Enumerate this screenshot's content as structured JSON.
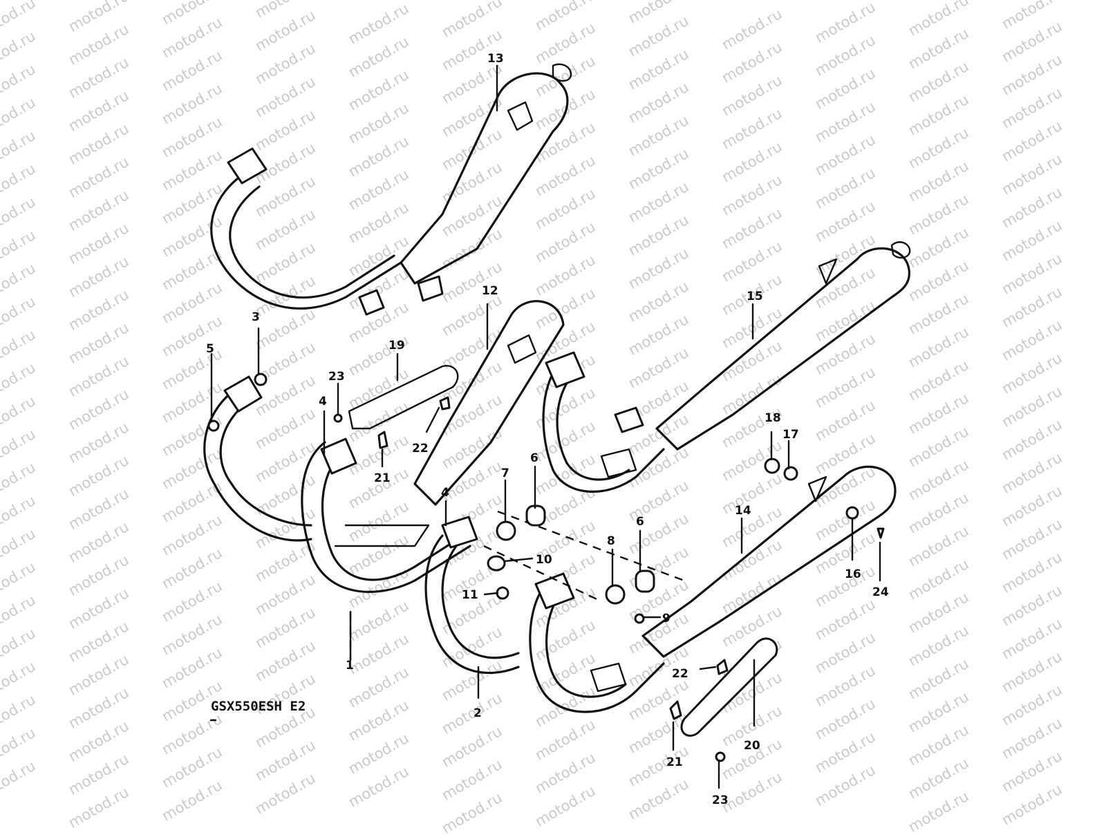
{
  "watermark_text": "motod.ru",
  "model_label": "GSX550ESH E2",
  "part_numbers": [
    "1",
    "2",
    "3",
    "4",
    "4",
    "5",
    "6",
    "6",
    "7",
    "8",
    "9",
    "10",
    "11",
    "12",
    "13",
    "14",
    "15",
    "16",
    "17",
    "18",
    "19",
    "20",
    "21",
    "21",
    "22",
    "22",
    "23",
    "23",
    "24"
  ]
}
